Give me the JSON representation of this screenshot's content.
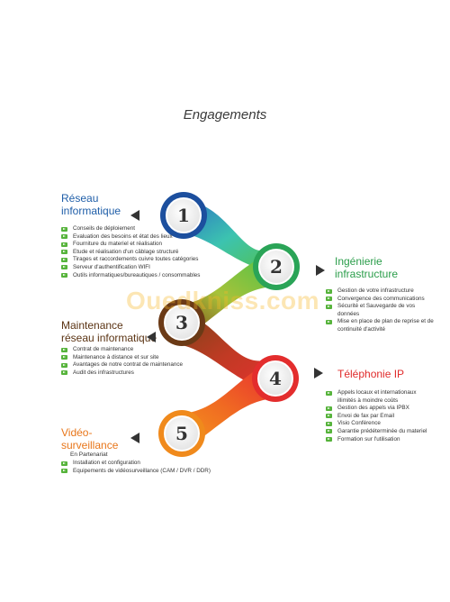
{
  "title": "Engagements",
  "watermark": "Ouedkniss.com",
  "steps": [
    {
      "number": "1",
      "color": "#1c4f9e"
    },
    {
      "number": "2",
      "color": "#2aa457"
    },
    {
      "number": "3",
      "color": "#6b3a16"
    },
    {
      "number": "4",
      "color": "#e32d2d"
    },
    {
      "number": "5",
      "color": "#f08a1c"
    }
  ],
  "reseau": {
    "title_l1": "Réseau",
    "title_l2": "informatique",
    "color": "#1f5ea8",
    "items": [
      "Conseils de déploiement",
      "Evaluation des besoins et état des lieux",
      "Fourniture du materiel et réalisation",
      "Etude et réalisation d'un câblage structuré",
      "Tirages et raccordements cuivre toutes catégories",
      "Serveur d'authentification WIFI",
      "Outils informatiques/bureautiques / consommables"
    ]
  },
  "ingenierie": {
    "title_l1": "Ingénierie",
    "title_l2": "infrastructure",
    "color": "#2a9d4a",
    "items": [
      "Gestion de votre infrastructure",
      "Convergence des communications",
      "Sécurité et Sauvegarde de vos données",
      "Mise en place de plan de reprise et de continuité d'activité"
    ]
  },
  "maintenance": {
    "title_l1": "Maintenance",
    "title_l2": "réseau informatique",
    "color": "#5b3414",
    "items": [
      "Contrat de maintenance",
      "Maintenance à distance et sur site",
      "Avantages de notre contrat de maintenance",
      "Audit des infrastructures"
    ]
  },
  "telephonie": {
    "title": "Téléphonie IP",
    "color": "#e02a2a",
    "items": [
      "Appels locaux et internationaux illimités à moindre coûts",
      "Gestion des appels via IPBX",
      "Envoi de fax par Email",
      "Visio Conférence",
      "Garantie prédéterminée du materiel",
      "Formation sur l'utilisation"
    ]
  },
  "video": {
    "title_l1": "Vidéo-",
    "title_l2": "surveillance",
    "subtitle": "En Partenariat",
    "color": "#e8761a",
    "items": [
      "Installation et configuration",
      "Equipements de vidéosurveillance (CAM / DVR / DDR)"
    ]
  }
}
